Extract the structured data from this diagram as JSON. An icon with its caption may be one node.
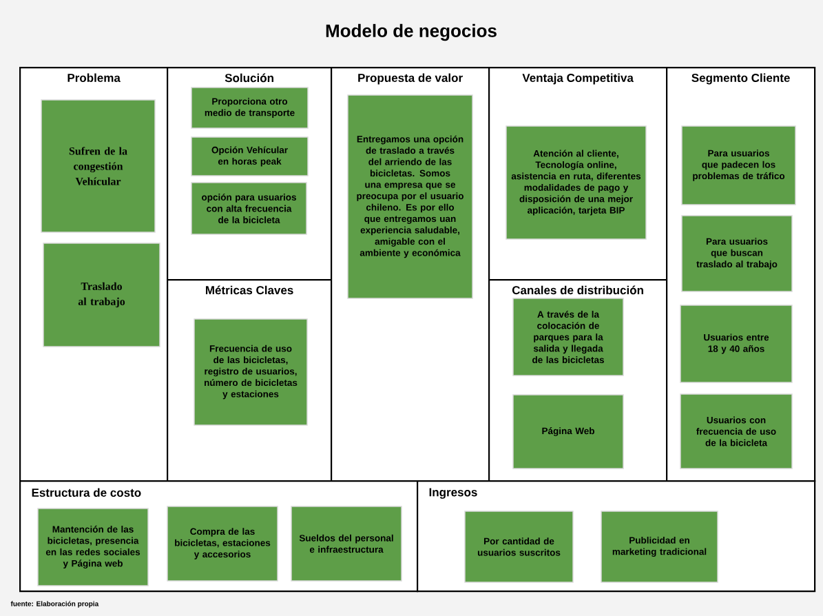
{
  "diagram": {
    "title": "Modelo de negocios",
    "nodes": [
      {
        "text": [
          "Problema"
        ]
      },
      {
        "text": [
          "Sufren de la congestión Vehícular"
        ],
        "in": 0
      },
      {
        "text": [
          "Traslado al trabajo"
        ],
        "in": 0
      },
      {
        "text": [
          "Solución"
        ]
      },
      {
        "text": [
          "Proporciona otro medio de transporte"
        ],
        "in": 3
      },
      {
        "text": [
          "Opción Vehícular en horas peak"
        ],
        "in": 3
      },
      {
        "text": [
          "opción para usuarios con alta frecuencia de la bicicleta"
        ],
        "in": 3
      },
      {
        "text": [
          "Métricas Claves"
        ]
      },
      {
        "text": [
          "Frecuencia de uso de las bicicletas, registro de usuarios, número de bicicletas y estaciones"
        ],
        "in": 7
      },
      {
        "text": [
          "Propuesta de valor"
        ]
      },
      {
        "text": [
          "Entregamos una opción de traslado a través del arriendo de las bicicletas. Somos una empresa que se preocupa por el usuario chileno. Es por ello que entregamos uan experiencia saludable, amigable con el ambiente y económica"
        ],
        "in": 9
      },
      {
        "text": [
          "Ventaja Competitiva"
        ]
      },
      {
        "text": [
          "Atención al cliente, Tecnología online, asistencia en ruta, diferentes modalidades de pago y disposición de una mejor aplicación, tarjeta BIP"
        ],
        "in": 11
      },
      {
        "text": [
          "Canales de distribución"
        ]
      },
      {
        "text": [
          "A través de la colocación de parques para la salida y llegada de las bicicletas"
        ],
        "in": 13
      },
      {
        "text": [
          "Página Web"
        ],
        "in": 13
      },
      {
        "text": [
          "Segmento Cliente"
        ]
      },
      {
        "text": [
          "Para usuarios que padecen los problemas de tráfico"
        ],
        "in": 16
      },
      {
        "text": [
          "Para usuarios que buscan traslado al trabajo"
        ],
        "in": 16
      },
      {
        "text": [
          "Usuarios entre 18 y 40 años"
        ],
        "in": 16
      },
      {
        "text": [
          "Usuarios con frecuencia de uso de la bicicleta"
        ],
        "in": 16
      },
      {
        "text": [
          "Estructura de costo"
        ]
      },
      {
        "text": [
          "Mantención de las bicicletas, presencia en las redes sociales y Página web"
        ],
        "in": 21
      },
      {
        "text": [
          "Compra de las bicicletas, estaciones y accesorios"
        ],
        "in": 21
      },
      {
        "text": [
          "Sueldos del personal e infraestructura"
        ],
        "in": 21
      },
      {
        "text": [
          "Ingresos"
        ]
      },
      {
        "text": [
          "Por cantidad de usuarios suscritos"
        ],
        "in": 25
      },
      {
        "text": [
          "Publicidad en marketing tradicional"
        ],
        "in": 25
      }
    ],
    "labels": [
      "fuente: Elaboración propia"
    ]
  }
}
